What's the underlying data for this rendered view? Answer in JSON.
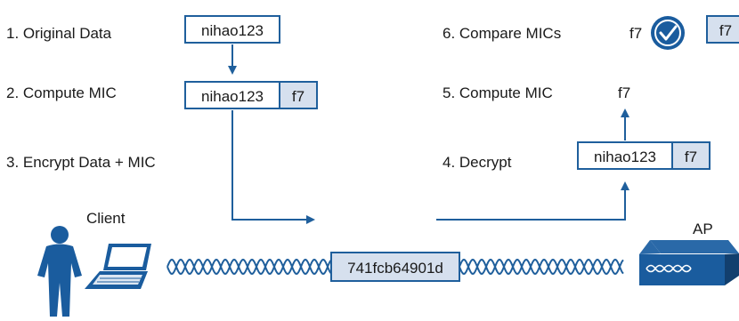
{
  "steps": {
    "s1": "1. Original Data",
    "s2": "2. Compute MIC",
    "s3": "3. Encrypt Data + MIC",
    "s4": "4. Decrypt",
    "s5": "5. Compute MIC",
    "s6": "6. Compare MICs"
  },
  "client": {
    "label": "Client",
    "original_data": "nihao123",
    "data": "nihao123",
    "mic": "f7"
  },
  "ap": {
    "label": "AP",
    "decrypted_data": "nihao123",
    "decrypted_mic": "f7",
    "computed_mic": "f7",
    "compare_left": "f7",
    "compare_right": "f7",
    "match_icon": "checkmark-badge-icon"
  },
  "ciphertext": "741fcb64901d",
  "colors": {
    "box_border": "#1f5f9c",
    "mic_fill": "#d6e0ee",
    "icon_blue": "#1a5c9e",
    "wire_blue": "#1f5f9c"
  }
}
